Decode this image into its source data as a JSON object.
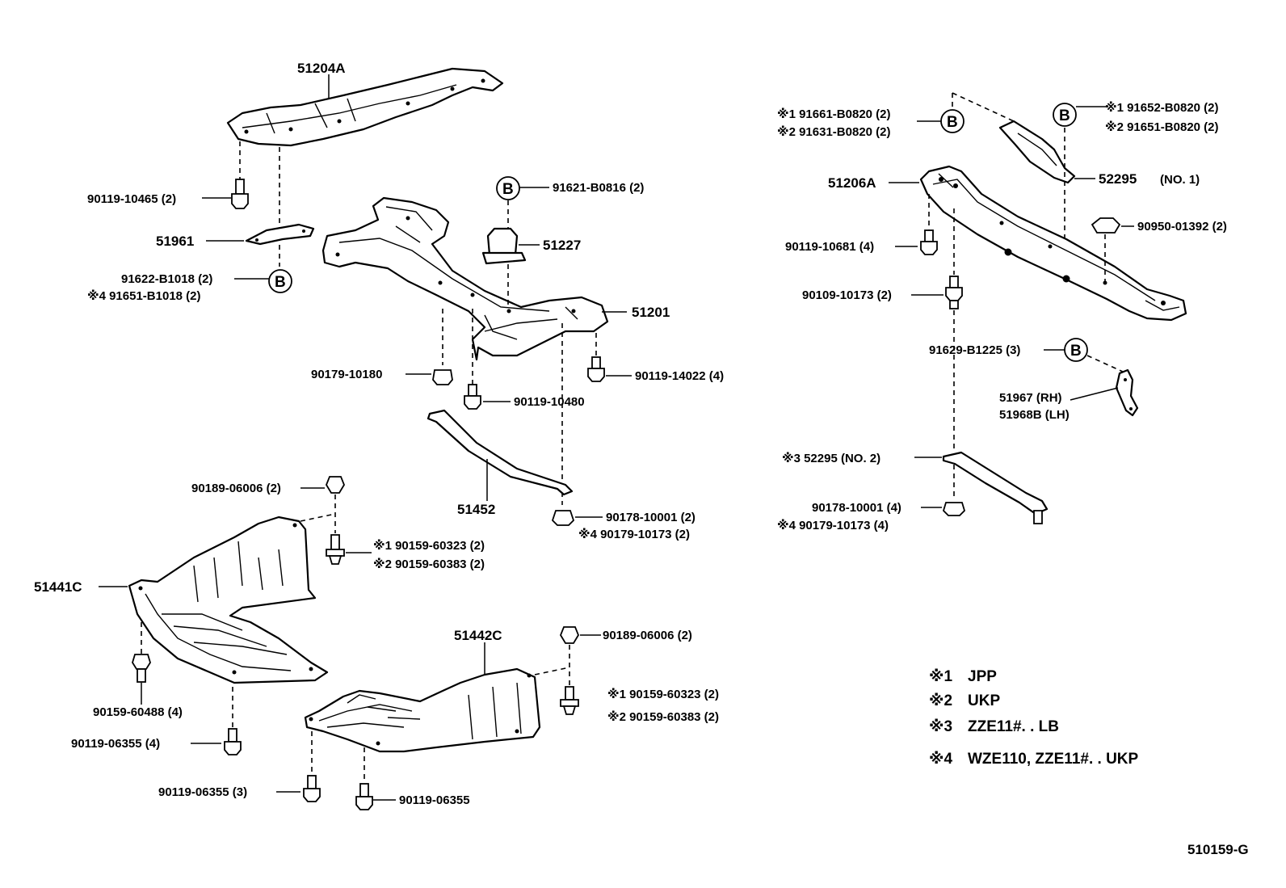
{
  "diagram_code": "510159-G",
  "callout_letter": "B",
  "labels": {
    "p51204A": "51204A",
    "p90119_10465": "90119-10465 (2)",
    "p51961": "51961",
    "p91622_B1018": "91622-B1018 (2)",
    "m4_91651_B1018": "※4 91651-B1018 (2)",
    "p91621_B0816": "91621-B0816 (2)",
    "p51227": "51227",
    "p51201": "51201",
    "p90179_10180": "90179-10180",
    "p90119_14022": "90119-14022 (4)",
    "p90119_10480": "90119-10480",
    "p51452": "51452",
    "p90178_10001_a": "90178-10001 (2)",
    "m4_90179_10173_a": "※4 90179-10173 (2)",
    "p90189_06006_a": "90189-06006 (2)",
    "m1_90159_60323_a": "※1 90159-60323 (2)",
    "m2_90159_60383_a": "※2 90159-60383 (2)",
    "p51441C": "51441C",
    "p90159_60488": "90159-60488 (4)",
    "p90119_06355_4": "90119-06355 (4)",
    "p90119_06355_3": "90119-06355 (3)",
    "p90119_06355": "90119-06355",
    "p51442C": "51442C",
    "p90189_06006_b": "90189-06006 (2)",
    "m1_90159_60323_b": "※1 90159-60323 (2)",
    "m2_90159_60383_b": "※2 90159-60383 (2)",
    "m1_91661_B0820": "※1 91661-B0820 (2)",
    "m2_91631_B0820": "※2 91631-B0820 (2)",
    "m1_91652_B0820": "※1 91652-B0820 (2)",
    "m2_91651_B0820": "※2 91651-B0820 (2)",
    "p51206A": "51206A",
    "p52295_no1": "52295",
    "p52295_no1_tag": "(NO. 1)",
    "p90950_01392": "90950-01392 (2)",
    "p90119_10681": "90119-10681 (4)",
    "p90109_10173": "90109-10173 (2)",
    "p91629_B1225": "91629-B1225 (3)",
    "p51967": "51967 (RH)",
    "p51968B": "51968B (LH)",
    "m3_52295_no2": "※3 52295 (NO. 2)",
    "p90178_10001_b": "90178-10001 (4)",
    "m4_90179_10173_b": "※4 90179-10173 (4)"
  },
  "legend": [
    {
      "mark": "※1",
      "text": "JPP"
    },
    {
      "mark": "※2",
      "text": "UKP"
    },
    {
      "mark": "※3",
      "text": "ZZE11#. . LB"
    },
    {
      "mark": "※4",
      "text": "WZE110, ZZE11#. . UKP"
    }
  ]
}
